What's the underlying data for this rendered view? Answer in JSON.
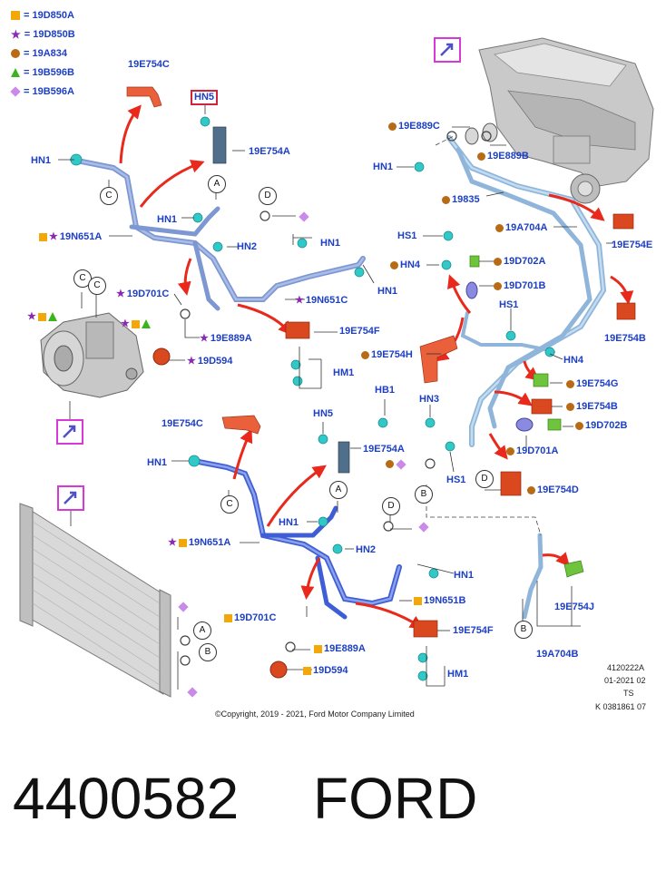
{
  "legend": [
    {
      "shape": "square",
      "color": "#f2a70a",
      "code": "= 19D850A"
    },
    {
      "shape": "star",
      "color": "#8a2ab4",
      "code": "= 19D850B"
    },
    {
      "shape": "circle",
      "color": "#b86a14",
      "code": "= 19A834"
    },
    {
      "shape": "triangle",
      "color": "#3cb41e",
      "code": "= 19B596B"
    },
    {
      "shape": "diamond",
      "color": "#c98ae8",
      "code": "= 19B596A"
    }
  ],
  "callouts": {
    "a": "A",
    "b": "B",
    "c": "C",
    "d": "D"
  },
  "labels": {
    "l19E754C_1": "19E754C",
    "l19E754A_1": "19E754A",
    "lHN1_1": "HN1",
    "lHN1_2": "HN1",
    "lHN2_1": "HN2",
    "lHN1_3": "HN1",
    "lHN1_4": "HN1",
    "l19N651A_1": "19N651A",
    "l19N651C": "19N651C",
    "l19D701C_1": "19D701C",
    "l19E889A_1": "19E889A",
    "l19D594_1": "19D594",
    "l19E754F_1": "19E754F",
    "lHM1_1": "HM1",
    "l19E889C": "19E889C",
    "l19E889B": "19E889B",
    "lHN1_5": "HN1",
    "l19835": "19835",
    "l19A704A": "19A704A",
    "l19E754E": "19E754E",
    "lHS1_1": "HS1",
    "lHN4_1": "HN4",
    "l19D702A": "19D702A",
    "l19D701B": "19D701B",
    "lHS1_2": "HS1",
    "l19E754B_1": "19E754B",
    "l19E754H": "19E754H",
    "lHN4_2": "HN4",
    "l19E754G": "19E754G",
    "l19E754B_2": "19E754B",
    "l19D702B": "19D702B",
    "l19D701A": "19D701A",
    "lHB1": "HB1",
    "lHN3": "HN3",
    "lHS1_3": "HS1",
    "l19E754D": "19E754D",
    "l19E754C_2": "19E754C",
    "lHN5_2": "HN5",
    "l19E754A_2": "19E754A",
    "lHN1_6": "HN1",
    "lHN1_7": "HN1",
    "lHN2_2": "HN2",
    "lHN1_8": "HN1",
    "l19N651A_2": "19N651A",
    "l19N651B": "19N651B",
    "l19D701C_2": "19D701C",
    "l19E889A_2": "19E889A",
    "l19D594_2": "19D594",
    "l19E754F_2": "19E754F",
    "lHM1_2": "HM1",
    "l19E754J": "19E754J",
    "l19A704B": "19A704B"
  },
  "hn5_boxed": "HN5",
  "doc_info": {
    "line1": "4120222A",
    "line2": "01-2021 02",
    "line3": "TS",
    "line4": "K 0381861 07"
  },
  "copyright": "©Copyright, 2019 - 2021, Ford Motor Company Limited",
  "part_number": "4400582",
  "brand": "FORD"
}
